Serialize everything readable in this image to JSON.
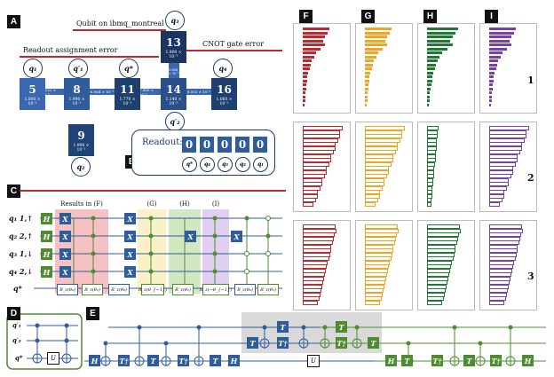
{
  "panels": {
    "a": "A",
    "b": "B",
    "c": "C",
    "d": "D",
    "e": "E",
    "f": "F",
    "g": "G",
    "h": "H",
    "i": "I"
  },
  "callouts": {
    "qubit": "Qubit on ibmq_montreal",
    "readout_error": "Readout assignment error",
    "cnot_error": "CNOT gate error"
  },
  "device": {
    "qubits": [
      {
        "num": "5",
        "err": "1.800 × 10⁻²",
        "color": "#3b66b0"
      },
      {
        "num": "8",
        "err": "1.990 × 10⁻²",
        "color": "#2f5d9c"
      },
      {
        "num": "9",
        "err": "1.990 × 10⁻²",
        "color": "#1f4277"
      },
      {
        "num": "11",
        "err": "1.770 × 10⁻²",
        "color": "#1f3f70"
      },
      {
        "num": "13",
        "err": "1.900 × 10⁻²",
        "color": "#1a3561"
      },
      {
        "num": "14",
        "err": "1.140 × 10⁻²",
        "color": "#2a4f8a"
      },
      {
        "num": "16",
        "err": "1.060 × 10⁻²",
        "color": "#1f3f70"
      }
    ],
    "links": [
      "1.222 × 10⁻²",
      "6.964 × 10⁻³",
      "7.450 × 10⁻³",
      "8.551 × 10⁻³",
      "5.888 × 10⁻³"
    ],
    "circles": {
      "q1": "q₁",
      "q1p": "q′₁",
      "qstar": "q*",
      "q3": "q₃",
      "q4": "q₄",
      "q2": "q₂",
      "q2p": "q′₂"
    }
  },
  "readout": {
    "label": "Readout:",
    "digits": [
      "0",
      "0",
      "0",
      "0",
      "0"
    ],
    "qubits": [
      "q*",
      "q₄",
      "q₃",
      "q₂",
      "q₁"
    ]
  },
  "row_numbers": [
    "1",
    "2",
    "3"
  ],
  "circuit_c": {
    "wires": [
      "q₁ 1,↑",
      "q₂ 2,↑",
      "q₃ 1,↓",
      "q₄ 2,↓",
      "q*"
    ],
    "sections": [
      "Results in (F)",
      "(G)",
      "(H)",
      "(I)"
    ],
    "h_gate": "H",
    "x_gate": "X",
    "rgates": [
      "R_z(θ₀)",
      "R_z(θ₁)",
      "R_z(θ₀)",
      "R_z(θ_{−1})",
      "R_z(θ₁)",
      "R_z(−θ_{−1})",
      "R_z(θ₀)",
      "R_z(θ₁)"
    ]
  },
  "circuit_d": {
    "wires": [
      "q′₁",
      "q′₂",
      "q*"
    ],
    "u_gate": "U"
  },
  "circuit_e": {
    "h": "H",
    "t": "T",
    "tdg": "T†",
    "u": "U"
  },
  "colors": {
    "red": "#c0282d",
    "blue": "#2f5d9c",
    "green": "#4e8c30",
    "orange": "#f0a422",
    "dkgreen": "#1e7a2e",
    "purple": "#7b3fa8"
  }
}
